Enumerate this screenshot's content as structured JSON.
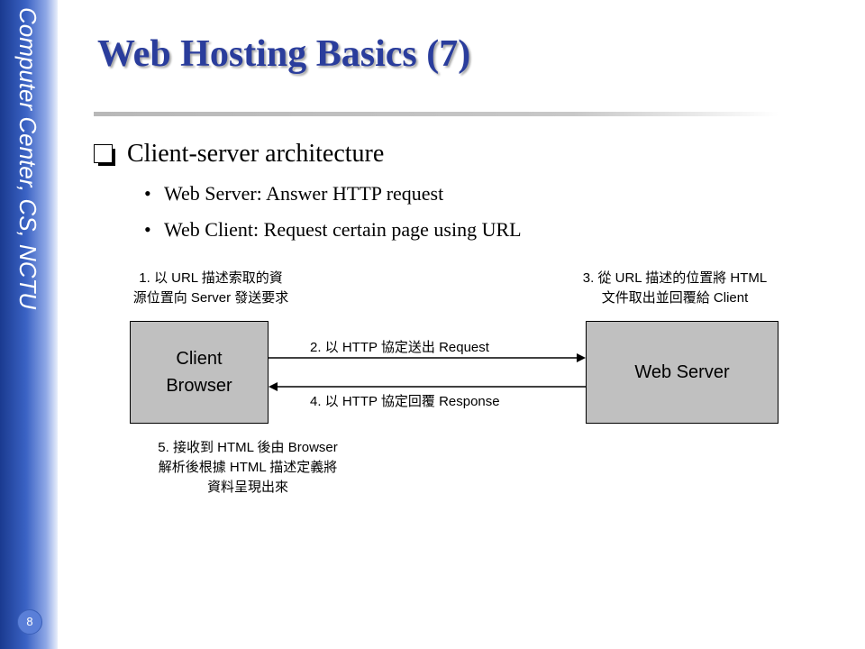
{
  "sidebar": {
    "text": "Computer Center, CS, NCTU",
    "page_number": "8"
  },
  "title": "Web Hosting Basics (7)",
  "main_bullet": "Client-server architecture",
  "sub_bullets": [
    "Web Server: Answer HTTP request",
    "Web Client: Request certain page using URL"
  ],
  "diagram": {
    "client_box": {
      "line1": "Client",
      "line2": "Browser"
    },
    "server_box": "Web Server",
    "note_client_top": "1. 以 URL 描述索取的資\n源位置向 Server 發送要求",
    "note_server_top": "3. 從 URL 描述的位置將 HTML\n文件取出並回覆給 Client",
    "arrow_request": "2. 以 HTTP 協定送出 Request",
    "arrow_response": "4. 以 HTTP 協定回覆 Response",
    "note_client_bottom": "5. 接收到 HTML 後由 Browser\n解析後根據 HTML 描述定義將\n資料呈現出來"
  }
}
